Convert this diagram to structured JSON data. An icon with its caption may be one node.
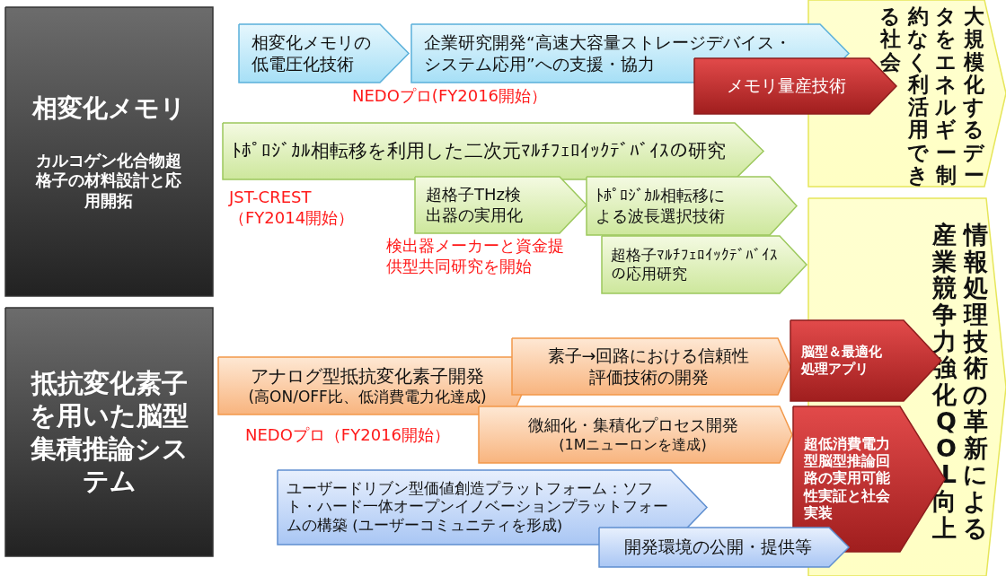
{
  "diagram": {
    "nodes": [
      {
        "text": [
          "相変化メモリ",
          "カルコゲン化合物超格子の材料設計と応用開拓"
        ]
      },
      {
        "text": [
          "抵抗変化素子を用いた脳型集積推論システム"
        ]
      },
      {
        "text": [
          "大規模化するデータをエネルギー制約なく利活用できる社会"
        ]
      },
      {
        "text": [
          "情報処理技術の革新による産業競争力強化 QOL向上"
        ]
      },
      {
        "text": [
          "相変化メモリの低電圧化技術"
        ]
      },
      {
        "text": [
          "企業研究開発“高速大容量ストレージデバイス・システム応用”への支援・協力"
        ]
      },
      {
        "text": [
          "メモリ量産技術"
        ]
      },
      {
        "text": [
          "ﾄﾎﾟﾛｼﾞｶﾙ相転移を利用した二次元ﾏﾙﾁﾌｪﾛｲｯｸﾃﾞﾊﾞｲｽの研究"
        ]
      },
      {
        "text": [
          "超格子THz検出器の実用化"
        ]
      },
      {
        "text": [
          "ﾄﾎﾟﾛｼﾞｶﾙ相転移による波長選択技術"
        ]
      },
      {
        "text": [
          "超格子ﾏﾙﾁﾌｪﾛｲｯｸﾃﾞﾊﾞｲｽの応用研究"
        ]
      },
      {
        "text": [
          "アナログ型抵抗変化素子開発",
          "(高ON/OFF比、低消費電力化達成)"
        ]
      },
      {
        "text": [
          "素子→回路における信頼性評価技術の開発"
        ]
      },
      {
        "text": [
          "脳型＆最適化処理アプリ"
        ]
      },
      {
        "text": [
          "微細化・集積化プロセス開発",
          "(1Mニューロンを達成)"
        ]
      },
      {
        "text": [
          "超低消費電力型脳型推論回路の実用可能性実証と社会実装"
        ]
      },
      {
        "text": [
          "ユーザードリブン型価値創造プラットフォーム：ソフト・ハード一体オープンイノベーションプラットフォームの構築 (ユーザーコミュニティを形成)"
        ]
      },
      {
        "text": [
          "開発環境の公開・提供等"
        ]
      }
    ],
    "labels": [
      "NEDOプロ(FY2016開始）",
      "JST-CREST （FY2014開始）",
      "検出器メーカーと資金提供型共同研究を開始",
      "NEDOプロ（FY2016開始）"
    ]
  }
}
